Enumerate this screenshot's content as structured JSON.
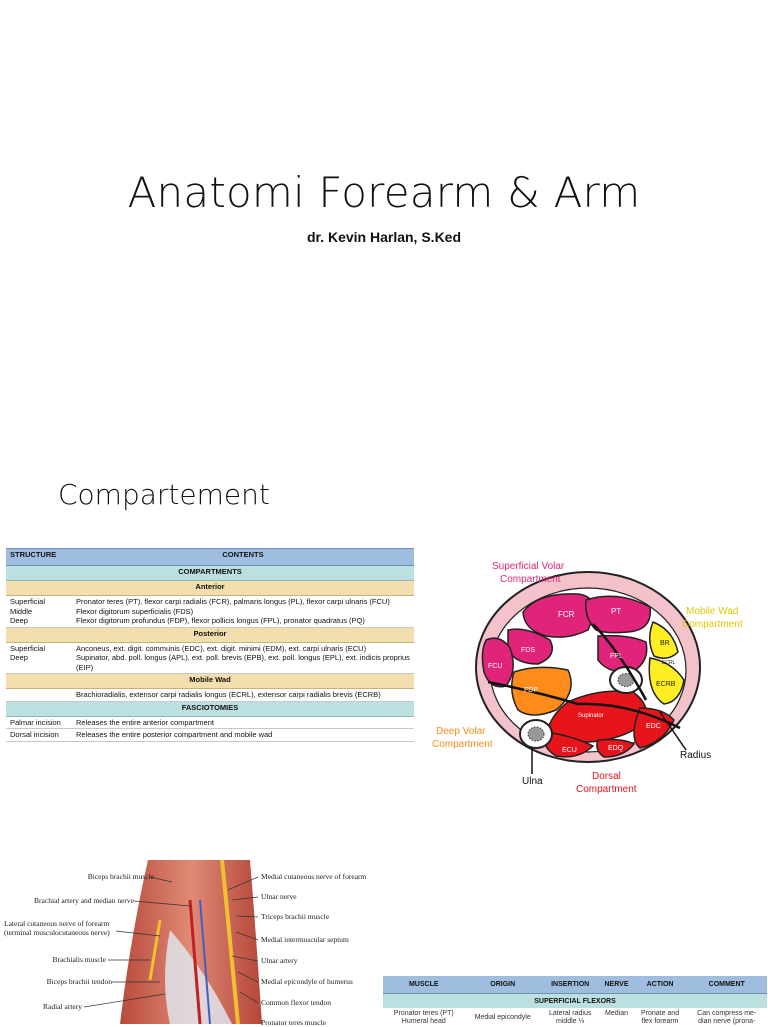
{
  "slide1": {
    "title": "Anatomi Forearm & Arm",
    "author": "dr. Kevin Harlan, S.Ked"
  },
  "slide2": {
    "section_title": "Compartement",
    "table": {
      "headers": [
        "STRUCTURE",
        "CONTENTS"
      ],
      "compartments_label": "COMPARTMENTS",
      "anterior_label": "Anterior",
      "anterior_structure": "Superficial\nMiddle\nDeep",
      "anterior_contents": "Pronator teres (PT), flexor carpi radialis (FCR), palmaris longus (PL), flexor carpi ulnaris (FCU)\nFlexor digitorum superficialis (FDS)\nFlexor digitorum profundus (FDP), flexor pollicis longus (FPL), pronator quadratus (PQ)",
      "posterior_label": "Posterior",
      "posterior_structure": "Superficial\nDeep",
      "posterior_contents": "Anconeus, ext. digit. communis (EDC), ext. digit. minimi (EDM), ext. carpi ulnaris (ECU)\nSupinator, abd. poll. longus (APL), ext. poll. brevis (EPB), ext. poll. longus (EPL), ext. indicis proprius (EIP)",
      "mobile_wad_label": "Mobile Wad",
      "mobile_wad_contents": "Brachioradialis, extensor carpi radialis longus (ECRL), extensor carpi radialis brevis (ECRB)",
      "fasciotomies_label": "FASCIOTOMIES",
      "fasciotomies": [
        {
          "structure": "Palmar incision",
          "contents": "Releases the entire anterior compartment"
        },
        {
          "structure": "Dorsal incision",
          "contents": "Releases the entire posterior compartment and mobile wad"
        }
      ]
    },
    "diagram": {
      "labels": {
        "superficial_volar": "Superficial Volar\nCompartment",
        "mobile_wad": "Mobile Wad\nCompartment",
        "deep_volar": "Deep Volar\nCompartment",
        "dorsal": "Dorsal\nCompartment",
        "radius": "Radius",
        "ulna": "Ulna"
      },
      "muscles": [
        "FCR",
        "PT",
        "FDS",
        "FCU",
        "FPL",
        "BR",
        "ECRL",
        "ECRB",
        "FDP",
        "Supinator",
        "EDC",
        "EDQ",
        "ECU"
      ],
      "colors": {
        "superficial_volar": "#e0247a",
        "mobile_wad": "#ffee22",
        "deep_volar": "#ff8c1a",
        "dorsal": "#e8141c",
        "ring": "#f3c0c8"
      }
    }
  },
  "slide3": {
    "labels_left": [
      "Biceps brachii muscle",
      "Brachial artery and median nerve",
      "Lateral cutaneous nerve of forearm",
      "(terminal musculocutaneous nerve)",
      "Brachialis muscle",
      "Biceps brachii tendon",
      "Radial artery"
    ],
    "labels_right": [
      "Medial cutaneous nerve of forearm",
      "Ulnar nerve",
      "Triceps brachii muscle",
      "Medial intermuscular septum",
      "Ulnar artery",
      "Medial epicondyle of humerus",
      "Common flexor tendon",
      "Pronator teres muscle"
    ],
    "table": {
      "headers": [
        "MUSCLE",
        "ORIGIN",
        "INSERTION",
        "NERVE",
        "ACTION",
        "COMMENT"
      ],
      "section": "SUPERFICIAL FLEXORS",
      "row": [
        "Pronator teres (PT)\nHumeral head",
        "Medial epicondyle",
        "Lateral radius\nmiddle ⅓",
        "Median",
        "Pronate and\nflex forearm",
        "Can compress me-\ndian nerve (prona-"
      ]
    }
  }
}
